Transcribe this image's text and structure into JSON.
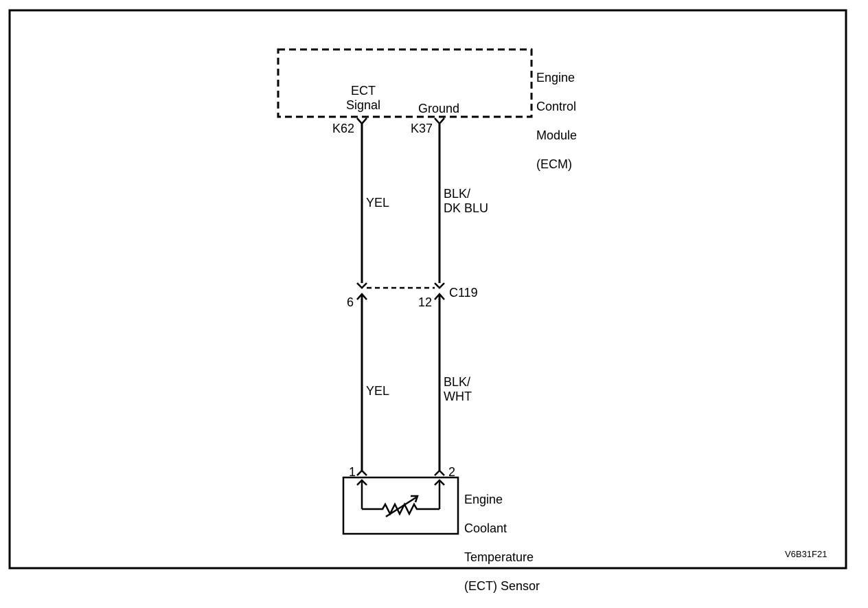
{
  "ecm": {
    "name_lines": [
      "Engine",
      "Control",
      "Module",
      "(ECM)"
    ],
    "signal_pin_label": "ECT\nSignal",
    "ground_pin_label": "Ground",
    "signal_pin": "K62",
    "ground_pin": "K37"
  },
  "wires_upper": {
    "signal_color": "YEL",
    "ground_color": "BLK/\nDK BLU"
  },
  "connector": {
    "id": "C119",
    "signal_pin": "6",
    "ground_pin": "12"
  },
  "wires_lower": {
    "signal_color": "YEL",
    "ground_color": "BLK/\nWHT"
  },
  "sensor": {
    "name_lines": [
      "Engine",
      "Coolant",
      "Temperature",
      "(ECT) Sensor"
    ],
    "pin_1": "1",
    "pin_2": "2"
  },
  "figure_id": "V6B31F21"
}
